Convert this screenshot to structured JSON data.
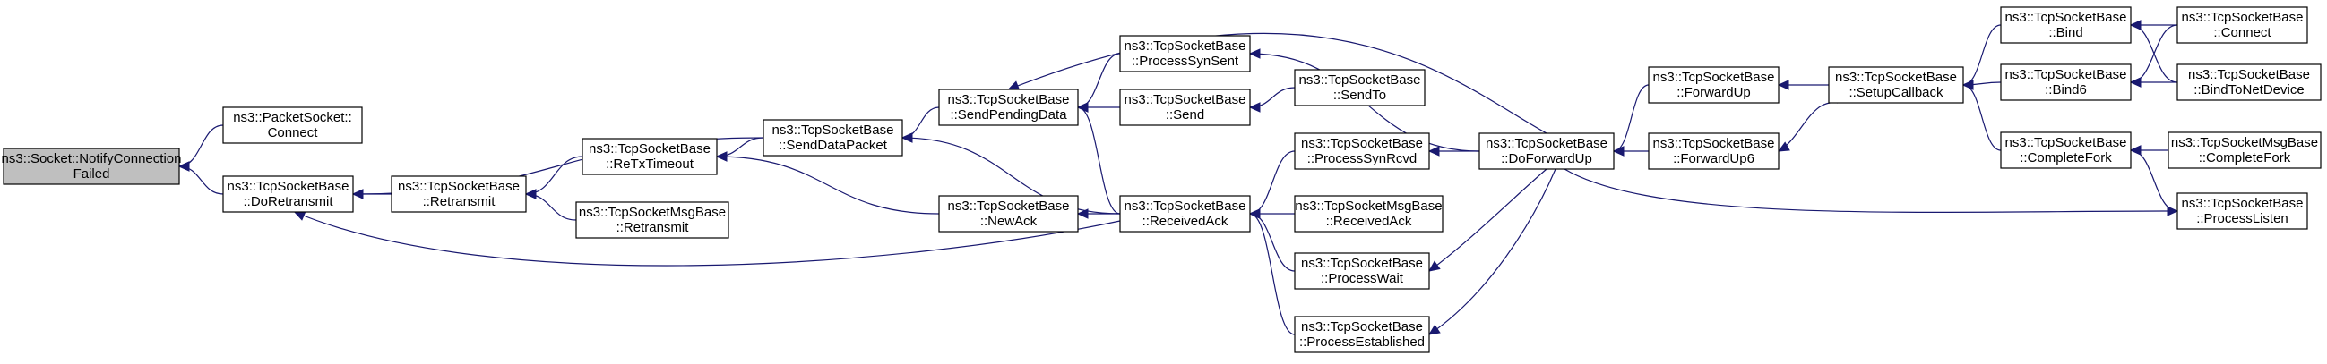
{
  "colors": {
    "edge": "#191970",
    "node_fill": "#ffffff",
    "focus_fill": "#bfbfbf",
    "border": "#000000"
  },
  "nodes": [
    {
      "id": "notify",
      "line1": "ns3::Socket::NotifyConnection",
      "line2": "Failed",
      "focus": true
    },
    {
      "id": "pkt_connect",
      "line1": "ns3::PacketSocket::",
      "line2": "Connect"
    },
    {
      "id": "doretransmit",
      "line1": "ns3::TcpSocketBase",
      "line2": "::DoRetransmit"
    },
    {
      "id": "retransmit",
      "line1": "ns3::TcpSocketBase",
      "line2": "::Retransmit"
    },
    {
      "id": "retxtimeout",
      "line1": "ns3::TcpSocketBase",
      "line2": "::ReTxTimeout"
    },
    {
      "id": "msg_retransmit",
      "line1": "ns3::TcpSocketMsgBase",
      "line2": "::Retransmit"
    },
    {
      "id": "senddatapacket",
      "line1": "ns3::TcpSocketBase",
      "line2": "::SendDataPacket"
    },
    {
      "id": "sendpending",
      "line1": "ns3::TcpSocketBase",
      "line2": "::SendPendingData"
    },
    {
      "id": "newack",
      "line1": "ns3::TcpSocketBase",
      "line2": "::NewAck"
    },
    {
      "id": "processsynsent",
      "line1": "ns3::TcpSocketBase",
      "line2": "::ProcessSynSent"
    },
    {
      "id": "send",
      "line1": "ns3::TcpSocketBase",
      "line2": "::Send"
    },
    {
      "id": "receivedack",
      "line1": "ns3::TcpSocketBase",
      "line2": "::ReceivedAck"
    },
    {
      "id": "sendto",
      "line1": "ns3::TcpSocketBase",
      "line2": "::SendTo"
    },
    {
      "id": "processsynrcvd",
      "line1": "ns3::TcpSocketBase",
      "line2": "::ProcessSynRcvd"
    },
    {
      "id": "msg_receivedack",
      "line1": "ns3::TcpSocketMsgBase",
      "line2": "::ReceivedAck"
    },
    {
      "id": "processwait",
      "line1": "ns3::TcpSocketBase",
      "line2": "::ProcessWait"
    },
    {
      "id": "processestablished",
      "line1": "ns3::TcpSocketBase",
      "line2": "::ProcessEstablished"
    },
    {
      "id": "doforwardup",
      "line1": "ns3::TcpSocketBase",
      "line2": "::DoForwardUp"
    },
    {
      "id": "forwardup",
      "line1": "ns3::TcpSocketBase",
      "line2": "::ForwardUp"
    },
    {
      "id": "forwardup6",
      "line1": "ns3::TcpSocketBase",
      "line2": "::ForwardUp6"
    },
    {
      "id": "setupcallback",
      "line1": "ns3::TcpSocketBase",
      "line2": "::SetupCallback"
    },
    {
      "id": "bind",
      "line1": "ns3::TcpSocketBase",
      "line2": "::Bind"
    },
    {
      "id": "bind6",
      "line1": "ns3::TcpSocketBase",
      "line2": "::Bind6"
    },
    {
      "id": "completefork",
      "line1": "ns3::TcpSocketBase",
      "line2": "::CompleteFork"
    },
    {
      "id": "connect",
      "line1": "ns3::TcpSocketBase",
      "line2": "::Connect"
    },
    {
      "id": "bindtonetdevice",
      "line1": "ns3::TcpSocketBase",
      "line2": "::BindToNetDevice"
    },
    {
      "id": "msg_completefork",
      "line1": "ns3::TcpSocketMsgBase",
      "line2": "::CompleteFork"
    },
    {
      "id": "processlisten",
      "line1": "ns3::TcpSocketBase",
      "line2": "::ProcessListen"
    }
  ],
  "edges": [
    [
      "pkt_connect",
      "notify"
    ],
    [
      "doretransmit",
      "notify"
    ],
    [
      "retransmit",
      "doretransmit"
    ],
    [
      "senddatapacket",
      "doretransmit"
    ],
    [
      "receivedack",
      "doretransmit"
    ],
    [
      "retxtimeout",
      "retransmit"
    ],
    [
      "msg_retransmit",
      "retransmit"
    ],
    [
      "senddatapacket",
      "retxtimeout"
    ],
    [
      "newack",
      "retxtimeout"
    ],
    [
      "sendpending",
      "senddatapacket"
    ],
    [
      "receivedack",
      "senddatapacket"
    ],
    [
      "processsynsent",
      "sendpending"
    ],
    [
      "send",
      "sendpending"
    ],
    [
      "receivedack",
      "sendpending"
    ],
    [
      "doforwardup",
      "sendpending"
    ],
    [
      "receivedack",
      "newack"
    ],
    [
      "doforwardup",
      "processsynsent"
    ],
    [
      "sendto",
      "send"
    ],
    [
      "processsynrcvd",
      "receivedack"
    ],
    [
      "msg_receivedack",
      "receivedack"
    ],
    [
      "processwait",
      "receivedack"
    ],
    [
      "processestablished",
      "receivedack"
    ],
    [
      "doforwardup",
      "processsynrcvd"
    ],
    [
      "doforwardup",
      "processwait"
    ],
    [
      "doforwardup",
      "processestablished"
    ],
    [
      "forwardup",
      "doforwardup"
    ],
    [
      "forwardup6",
      "doforwardup"
    ],
    [
      "setupcallback",
      "forwardup"
    ],
    [
      "setupcallback",
      "forwardup6"
    ],
    [
      "bind",
      "setupcallback"
    ],
    [
      "bind6",
      "setupcallback"
    ],
    [
      "completefork",
      "setupcallback"
    ],
    [
      "connect",
      "bind"
    ],
    [
      "bindtonetdevice",
      "bind"
    ],
    [
      "connect",
      "bind6"
    ],
    [
      "bindtonetdevice",
      "bind6"
    ],
    [
      "msg_completefork",
      "completefork"
    ],
    [
      "processlisten",
      "completefork"
    ],
    [
      "doforwardup",
      "processlisten"
    ]
  ]
}
